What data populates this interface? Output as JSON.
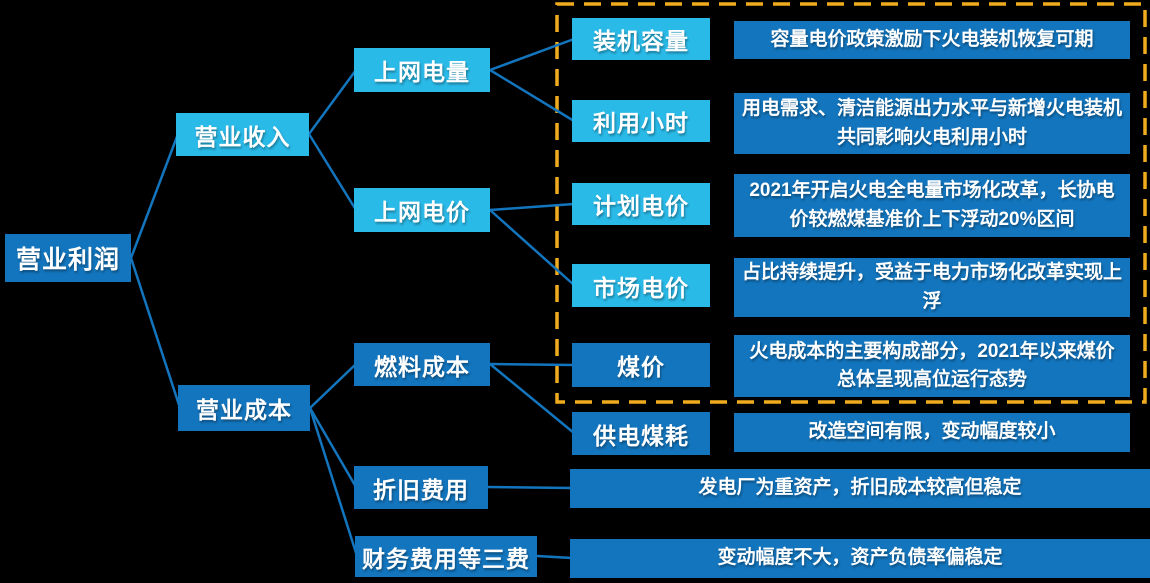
{
  "colors": {
    "background": "#000000",
    "dark_blue": "#1375BD",
    "cyan": "#2ABAE8",
    "connector": "#1375BD",
    "highlight_border": "#F0AC1E",
    "text": "#FFFFFF"
  },
  "nodes": {
    "operating_profit": {
      "label": "营业利润",
      "level": 1
    },
    "operating_revenue": {
      "label": "营业收入",
      "level": 2,
      "parent": "营业利润"
    },
    "operating_cost": {
      "label": "营业成本",
      "level": 2,
      "parent": "营业利润"
    },
    "grid_volume": {
      "label": "上网电量",
      "level": 3,
      "parent": "营业收入"
    },
    "grid_price": {
      "label": "上网电价",
      "level": 3,
      "parent": "营业收入"
    },
    "fuel_cost": {
      "label": "燃料成本",
      "level": 3,
      "parent": "营业成本"
    },
    "depreciation": {
      "label": "折旧费用",
      "level": 3,
      "parent": "营业成本"
    },
    "finance_fees": {
      "label": "财务费用等三费",
      "level": 3,
      "parent": "营业成本"
    },
    "installed_capacity": {
      "label": "装机容量",
      "level": 4,
      "parent": "上网电量"
    },
    "utilization_hours": {
      "label": "利用小时",
      "level": 4,
      "parent": "上网电量"
    },
    "planned_price": {
      "label": "计划电价",
      "level": 4,
      "parent": "上网电价"
    },
    "market_price": {
      "label": "市场电价",
      "level": 4,
      "parent": "上网电价"
    },
    "coal_price": {
      "label": "煤价",
      "level": 4,
      "parent": "燃料成本"
    },
    "coal_consumption": {
      "label": "供电煤耗",
      "level": 4,
      "parent": "燃料成本"
    }
  },
  "notes": {
    "installed_capacity": {
      "text": "容量电价政策激励下火电装机恢复可期"
    },
    "utilization_hours": {
      "text": "用电需求、清洁能源出力水平与新增火电装机共同影响火电利用小时"
    },
    "planned_price": {
      "text": "2021年开启火电全电量市场化改革，长协电价较燃煤基准价上下浮动20%区间"
    },
    "market_price": {
      "text": "占比持续提升，受益于电力市场化改革实现上浮"
    },
    "coal_price": {
      "text": "火电成本的主要构成部分，2021年以来煤价总体呈现高位运行态势"
    },
    "coal_consumption": {
      "text": "改造空间有限，变动幅度较小"
    },
    "depreciation": {
      "text": "发电厂为重资产，折旧成本较高但稳定"
    },
    "finance_fees": {
      "text": "变动幅度不大，资产负债率偏稳定"
    }
  }
}
